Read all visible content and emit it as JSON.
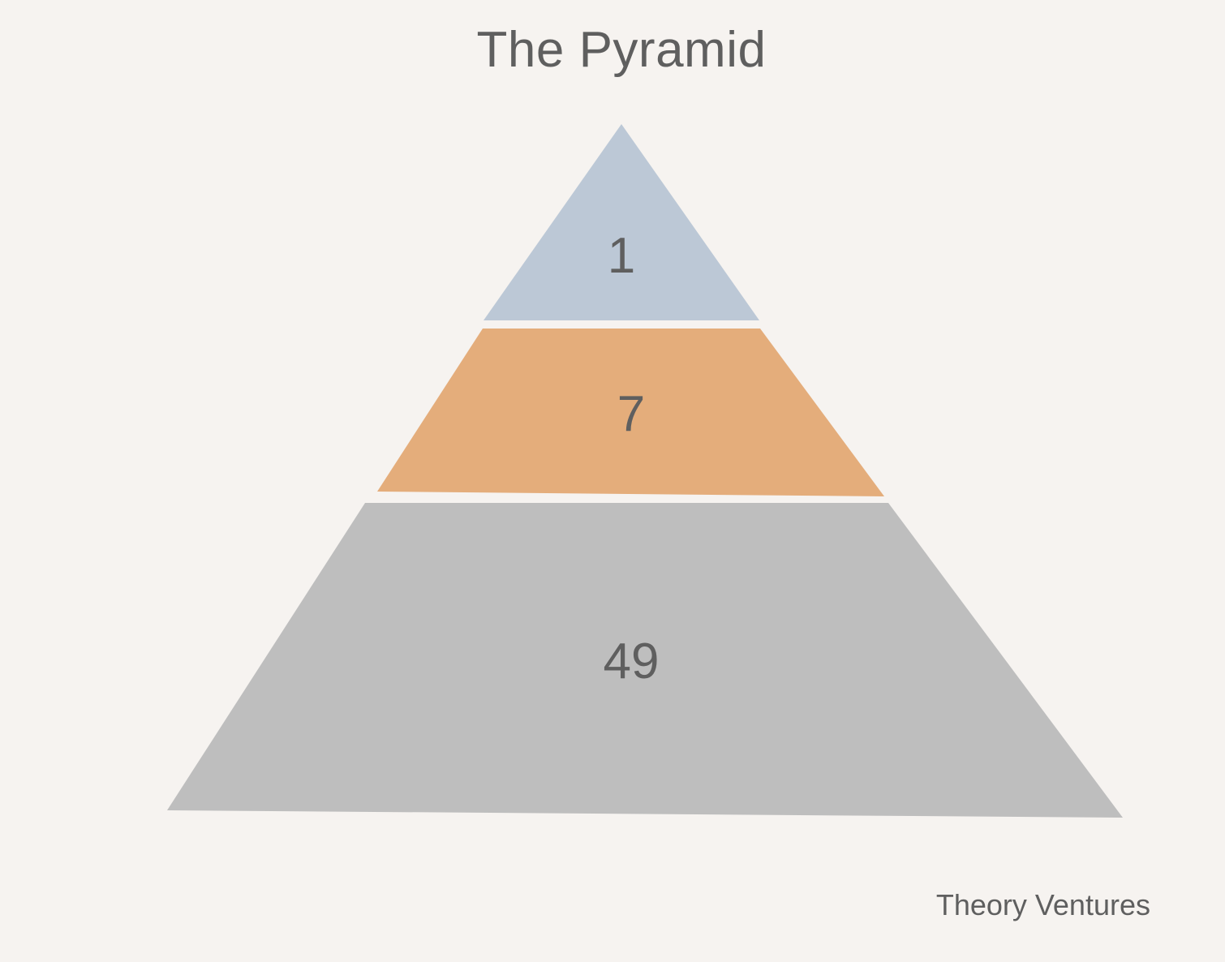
{
  "title": "The Pyramid",
  "credit": "Theory Ventures",
  "tiers": [
    {
      "label": "1",
      "color": "#bcc8d6"
    },
    {
      "label": "7",
      "color": "#e4ad7b"
    },
    {
      "label": "49",
      "color": "#bebebe"
    }
  ]
}
